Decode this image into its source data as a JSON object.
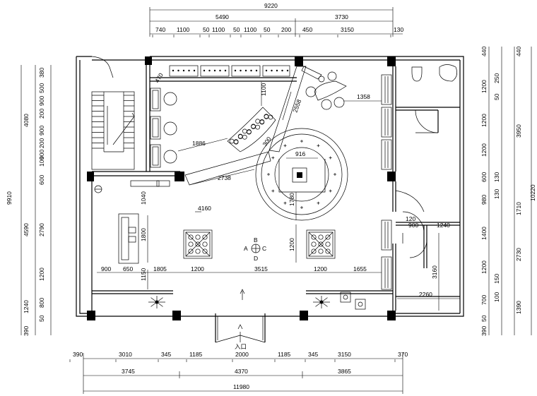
{
  "drawing": {
    "entrance_label": "入口",
    "section_markers": [
      "A",
      "B",
      "C",
      "D"
    ]
  },
  "dims": {
    "top_outer": "9220",
    "top_mid": [
      "5490",
      "3730"
    ],
    "top_inner": [
      "740",
      "1100",
      "50",
      "1100",
      "50",
      "1100",
      "50",
      "200",
      "450",
      "3150",
      "130"
    ],
    "bottom_inner": [
      "390",
      "3010",
      "345",
      "1185",
      "2000",
      "1185",
      "345",
      "3150",
      "370"
    ],
    "bottom_mid": [
      "3745",
      "4370",
      "3865"
    ],
    "bottom_outer": "11980",
    "left_outer": "9910",
    "left_mid": [
      "4080",
      "4590",
      "1240",
      "390"
    ],
    "left_inner": [
      "380",
      "500",
      "900",
      "200",
      "900",
      "200",
      "900",
      "100",
      "600",
      "2790",
      "1200",
      "800",
      "50"
    ],
    "right_inner_a": [
      "440",
      "1200",
      "1200",
      "1200",
      "600",
      "980",
      "1400",
      "1200",
      "700",
      "50",
      "390"
    ],
    "right_inner_b": [
      "250",
      "50",
      "130",
      "130",
      "150",
      "100"
    ],
    "right_mid": [
      "440",
      "3950",
      "1710",
      "2730",
      "1390"
    ],
    "right_outer": "10220"
  },
  "labels": {
    "d470": "470",
    "d1100": "1100",
    "d2558": "2558",
    "d1358": "1358",
    "d1886": "1886",
    "d300": "300",
    "d916": "916",
    "d2738": "2738",
    "d1040": "1040",
    "d4160": "4160",
    "d1800": "1800",
    "d1780": "1780",
    "d1200a": "1200",
    "d120": "120",
    "d900": "900",
    "d1240": "1240",
    "d3160": "3160",
    "d2260": "2260",
    "d1150": "1150",
    "row": [
      "900",
      "650",
      "1805",
      "1200",
      "3515",
      "1200",
      "1655"
    ]
  }
}
